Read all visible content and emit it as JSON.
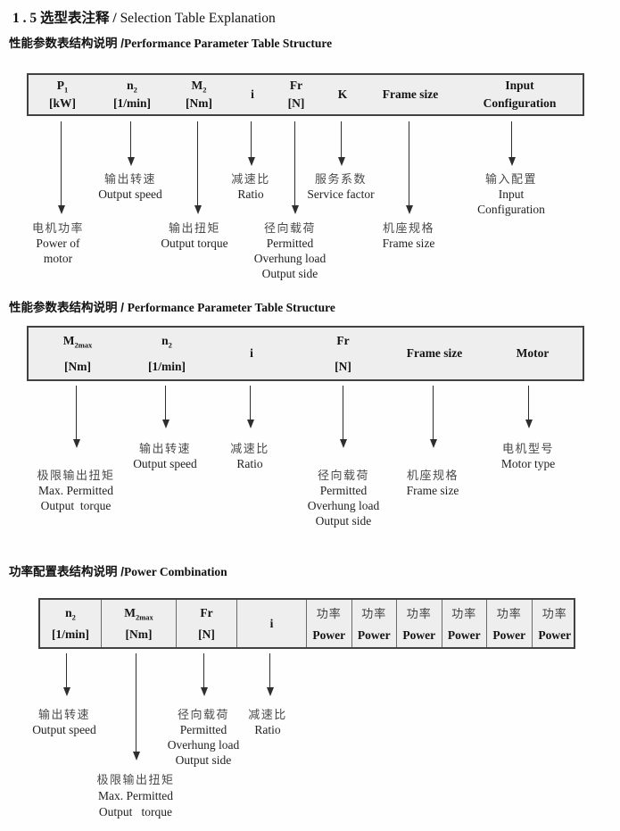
{
  "page_title": {
    "zh": "1 . 5 选型表注释 / ",
    "en": "Selection Table Explanation"
  },
  "sections": [
    {
      "title_zh": "性能参数表结构说明 /",
      "title_en": "Performance Parameter Table Structure",
      "columns": [
        {
          "base": "P",
          "sub": "1",
          "line2": "[kW]"
        },
        {
          "base": "n",
          "sub": "2",
          "line2": "[1/min]"
        },
        {
          "base": "M",
          "sub": "2",
          "line2": "[Nm]"
        },
        {
          "base": "i"
        },
        {
          "base": "Fr",
          "line2": "[N]"
        },
        {
          "base": "K"
        },
        {
          "base": "Frame size"
        },
        {
          "base": "Input",
          "line2": "Configuration"
        }
      ],
      "annotations": [
        {
          "lines": [
            "电机功率",
            "Power of",
            "motor"
          ]
        },
        {
          "lines": [
            "输出转速",
            "Output speed"
          ]
        },
        {
          "lines": [
            "输出扭矩",
            "Output torque"
          ]
        },
        {
          "lines": [
            "减速比",
            "Ratio"
          ]
        },
        {
          "lines": [
            "径向载荷",
            "Permitted",
            "Overhung load",
            "Output side"
          ]
        },
        {
          "lines": [
            "服务系数",
            "Service factor"
          ]
        },
        {
          "lines": [
            "机座规格",
            "Frame size"
          ]
        },
        {
          "lines": [
            "输入配置",
            "Input",
            "Configuration"
          ]
        }
      ]
    },
    {
      "title_zh": "性能参数表结构说明 / ",
      "title_en": "Performance Parameter Table Structure",
      "columns": [
        {
          "base": "M",
          "sub": "2max",
          "line2": "[Nm]"
        },
        {
          "base": "n",
          "sub": "2",
          "line2": "[1/min]"
        },
        {
          "base": "i"
        },
        {
          "base": "Fr",
          "line2": "[N]"
        },
        {
          "base": "Frame size"
        },
        {
          "base": "Motor"
        }
      ],
      "annotations": [
        {
          "lines": [
            "极限输出扭矩",
            "Max. Permitted",
            "Output  torque"
          ]
        },
        {
          "lines": [
            "输出转速",
            "Output speed"
          ]
        },
        {
          "lines": [
            "减速比",
            "Ratio"
          ]
        },
        {
          "lines": [
            "径向载荷",
            "Permitted",
            "Overhung load",
            "Output side"
          ]
        },
        {
          "lines": [
            "机座规格",
            "Frame size"
          ]
        },
        {
          "lines": [
            "电机型号",
            "Motor type"
          ]
        }
      ]
    },
    {
      "title_zh": "功率配置表结构说明 /",
      "title_en": "Power Combination",
      "columns": [
        {
          "base": "n",
          "sub": "2",
          "line2": "[1/min]"
        },
        {
          "base": "M",
          "sub": "2max",
          "line2": "[Nm]"
        },
        {
          "base": "Fr",
          "line2": "[N]"
        },
        {
          "base": "i"
        }
      ],
      "power_columns": [
        {
          "zh": "功率",
          "en": "Power"
        },
        {
          "zh": "功率",
          "en": "Power"
        },
        {
          "zh": "功率",
          "en": "Power"
        },
        {
          "zh": "功率",
          "en": "Power"
        },
        {
          "zh": "功率",
          "en": "Power"
        },
        {
          "zh": "功率",
          "en": "Power"
        }
      ],
      "annotations": [
        {
          "lines": [
            "输出转速",
            "Output speed"
          ]
        },
        {
          "lines": [
            "极限输出扭矩",
            "Max. Permitted",
            "Output   torque"
          ]
        },
        {
          "lines": [
            "径向载荷",
            "Permitted",
            "Overhung load",
            "Output side"
          ]
        },
        {
          "lines": [
            "减速比",
            "Ratio"
          ]
        }
      ]
    }
  ]
}
